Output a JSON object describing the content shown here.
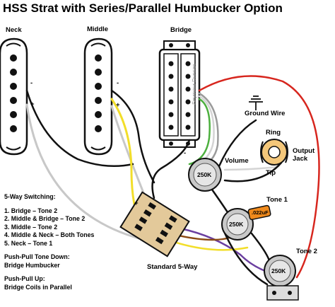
{
  "title": "HSS Strat with Series/Parallel Humbucker Option",
  "labels": {
    "neck": "Neck",
    "middle": "Middle",
    "bridge": "Bridge",
    "brand": "Seymour Duncan",
    "ground_wire": "Ground Wire",
    "ring": "Ring",
    "tip": "Tip",
    "output_jack": "Output\nJack",
    "volume": "Volume",
    "tone1": "Tone 1",
    "tone2": "Tone 2",
    "switch": "Standard 5-Way",
    "pot_value": "250K",
    "cap_value": ".022uF",
    "minus": "-",
    "plus": "+"
  },
  "legend": {
    "switching_heading": "5-Way Switching:",
    "positions": [
      "1. Bridge – Tone 2",
      "2. Middle & Bridge – Tone 2",
      "3. Middle – Tone 2",
      "4. Middle & Neck – Both Tones",
      "5. Neck – Tone 1"
    ],
    "push_pull_down_heading": "Push-Pull Tone Down:",
    "push_pull_down_value": "Bridge Humbucker",
    "push_pull_up_heading": "Push-Pull Up:",
    "push_pull_up_value": "Bridge Coils in Parallel"
  },
  "colors": {
    "wire_black": "#111111",
    "wire_white": "#d4d4d4",
    "wire_yellow": "#f2de2a",
    "wire_red": "#d7261e",
    "wire_green": "#4caf3e",
    "wire_gray": "#9b9b9b",
    "wire_purple": "#6b3fa0",
    "wire_brown": "#8b4a14",
    "pot_body": "#c9c9c9",
    "cap": "#f08a1c",
    "switch_tan": "#e3c99a"
  },
  "icons": [
    "ground-icon"
  ]
}
